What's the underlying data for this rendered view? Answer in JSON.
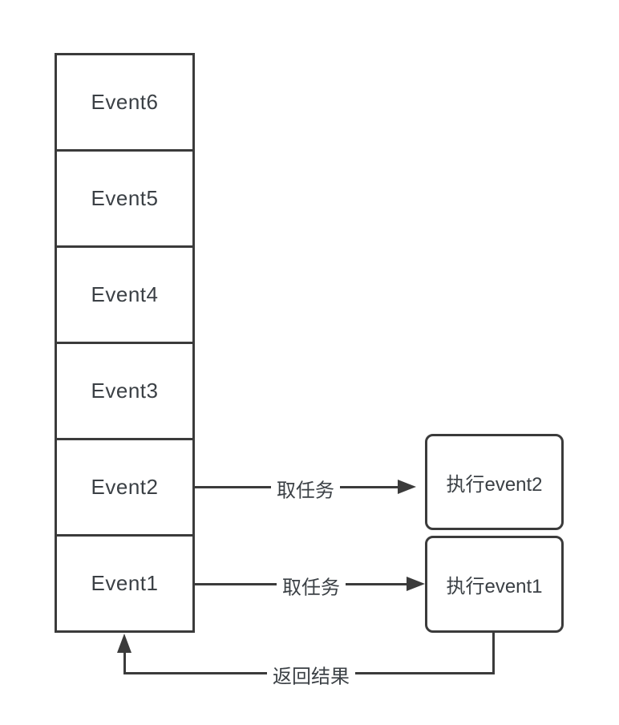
{
  "diagram": {
    "queue": {
      "items": [
        {
          "label": "Event6"
        },
        {
          "label": "Event5"
        },
        {
          "label": "Event4"
        },
        {
          "label": "Event3"
        },
        {
          "label": "Event2"
        },
        {
          "label": "Event1"
        }
      ]
    },
    "executors": [
      {
        "label": "执行event2"
      },
      {
        "label": "执行event1"
      }
    ],
    "connections": [
      {
        "label": "取任务",
        "from": "Event2",
        "to": "执行event2",
        "direction": "right"
      },
      {
        "label": "取任务",
        "from": "Event1",
        "to": "执行event1",
        "direction": "right"
      },
      {
        "label": "返回结果",
        "from": "执行event1",
        "to": "Event1",
        "direction": "left-then-up"
      }
    ],
    "colors": {
      "line": "#3b3b3b",
      "text": "#3b4045",
      "background": "#ffffff"
    }
  }
}
